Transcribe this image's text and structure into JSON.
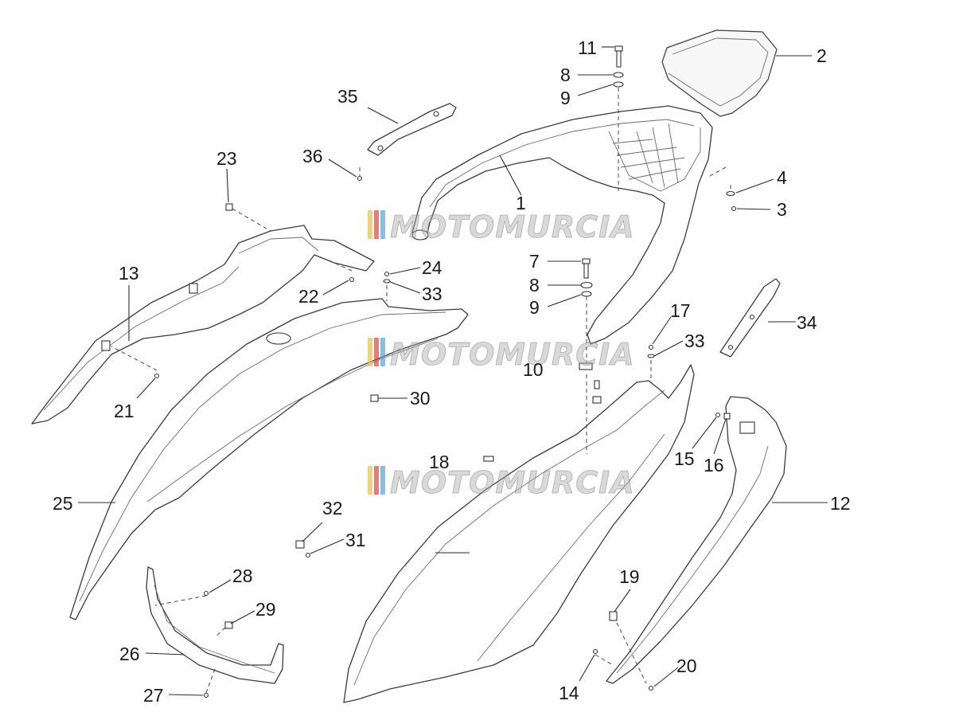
{
  "callouts": [
    "1",
    "2",
    "3",
    "4",
    "7",
    "8",
    "9",
    "10",
    "11",
    "12",
    "13",
    "14",
    "15",
    "16",
    "17",
    "18",
    "19",
    "20",
    "21",
    "22",
    "23",
    "24",
    "25",
    "26",
    "27",
    "28",
    "29",
    "30",
    "31",
    "32",
    "33",
    "34",
    "35",
    "36"
  ],
  "watermark": {
    "text": "MOTOMURCIA",
    "colors": [
      "#e8c24a",
      "#e0443e",
      "#5aa0d8"
    ]
  }
}
